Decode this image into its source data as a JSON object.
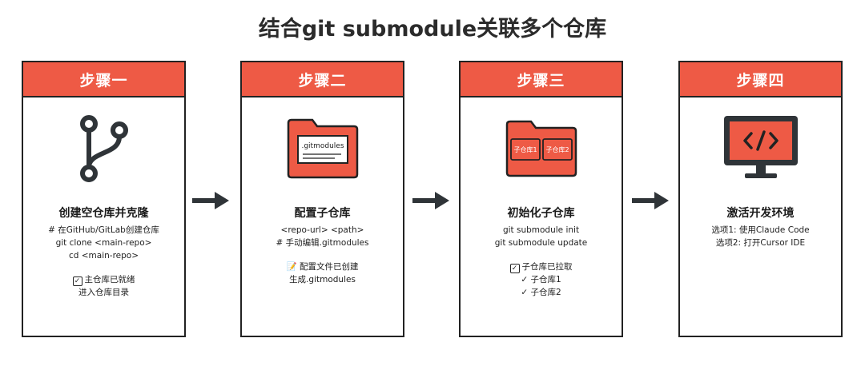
{
  "title": "结合git submodule关联多个仓库",
  "steps": [
    {
      "header": "步骤一",
      "icon": "git-branch-icon",
      "title": "创建空仓库并克隆",
      "lines": [
        "# 在GitHub/GitLab创建仓库",
        "git clone <main-repo>",
        "cd <main-repo>"
      ],
      "status": [
        "主仓库已就绪",
        "进入仓库目录"
      ]
    },
    {
      "header": "步骤二",
      "icon": "folder-file-icon",
      "file_label": ".gitmodules",
      "title": "配置子仓库",
      "lines": [
        "<repo-url> <path>",
        "# 手动编辑.gitmodules"
      ],
      "status": [
        "配置文件已创建",
        "生成.gitmodules"
      ]
    },
    {
      "header": "步骤三",
      "icon": "folder-subrepos-icon",
      "folder_labels": [
        "子仓库1",
        "子仓库2"
      ],
      "title": "初始化子仓库",
      "lines": [
        "git submodule init",
        "git submodule update"
      ],
      "status": [
        "子仓库已拉取",
        "✓ 子仓库1",
        "✓ 子仓库2"
      ]
    },
    {
      "header": "步骤四",
      "icon": "monitor-code-icon",
      "title": "激活开发环境",
      "lines": [
        "选项1: 使用Claude Code",
        "选项2: 打开Cursor IDE"
      ],
      "status": []
    }
  ],
  "colors": {
    "accent": "#ee5a45",
    "stroke": "#222222",
    "icon_dark": "#2f3438"
  }
}
